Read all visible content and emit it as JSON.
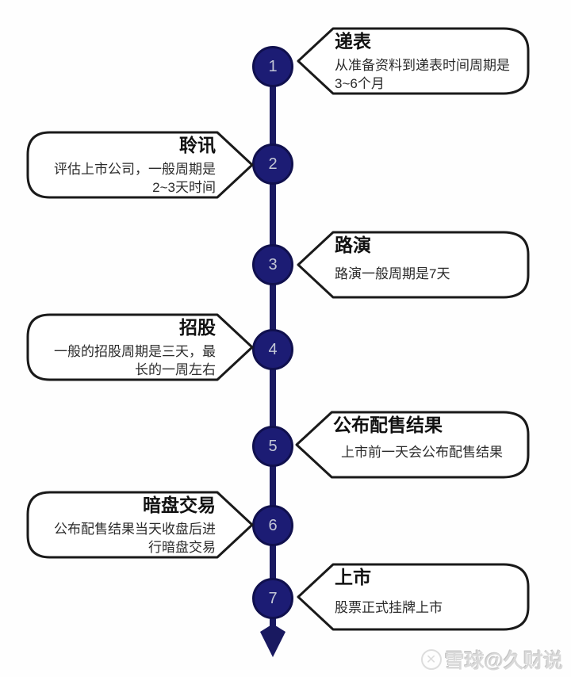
{
  "diagram": {
    "type": "vertical-timeline",
    "topic": "IPO process steps",
    "colors": {
      "line": "#191960",
      "circle_fill": "#1c1c74",
      "circle_border": "#10104e",
      "number_text": "#c3c7d6",
      "bubble_border": "#1a1a1a",
      "bubble_fill": "#ffffff",
      "title_text": "#111111",
      "description_text": "#2b2b2b"
    }
  },
  "steps": [
    {
      "number": "1",
      "side": "right",
      "title": "递表",
      "description": "从准备资料到递表时间周期是3~6个月"
    },
    {
      "number": "2",
      "side": "left",
      "title": "聆讯",
      "description": "评估上市公司，一般周期是2~3天时间"
    },
    {
      "number": "3",
      "side": "right",
      "title": "路演",
      "description": "路演一般周期是7天"
    },
    {
      "number": "4",
      "side": "left",
      "title": "招股",
      "description": "一般的招股周期是三天，最长的一周左右"
    },
    {
      "number": "5",
      "side": "right",
      "title": "公布配售结果",
      "description": "上市前一天会公布配售结果"
    },
    {
      "number": "6",
      "side": "left",
      "title": "暗盘交易",
      "description": "公布配售结果当天收盘后进行暗盘交易"
    },
    {
      "number": "7",
      "side": "right",
      "title": "上市",
      "description": "股票正式挂牌上市"
    }
  ],
  "watermark": {
    "text": "雪球@久财说"
  }
}
